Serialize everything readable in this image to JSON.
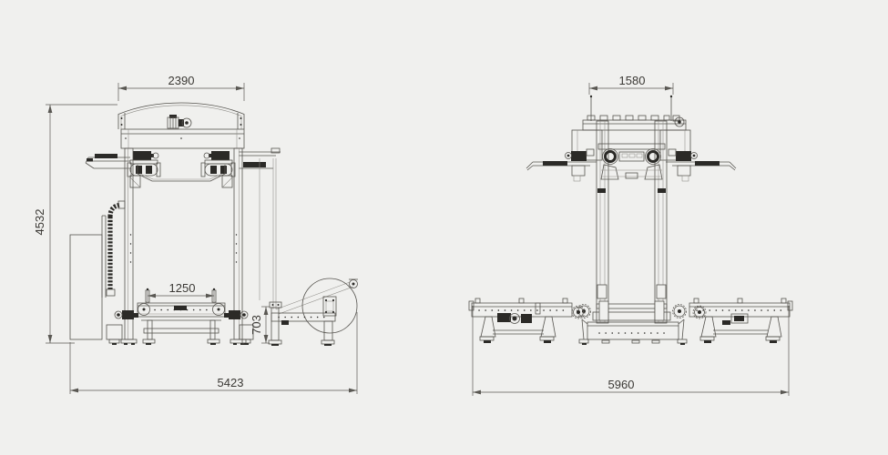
{
  "colors": {
    "background": "#f0f0ee",
    "line": "#56544f",
    "line_light": "#8d8b86",
    "dark": "#2b2a27",
    "dim": "#5a5853",
    "text": "#3a3834"
  },
  "front_view": {
    "dimensions": {
      "hood_unit_width": "2390",
      "machine_height": "4532",
      "infeed_conveyor_width": "1250",
      "film_stand_height": "703",
      "overall_width": "5423"
    }
  },
  "side_view": {
    "dimensions": {
      "frame_width": "1580",
      "overall_width": "5960"
    }
  }
}
